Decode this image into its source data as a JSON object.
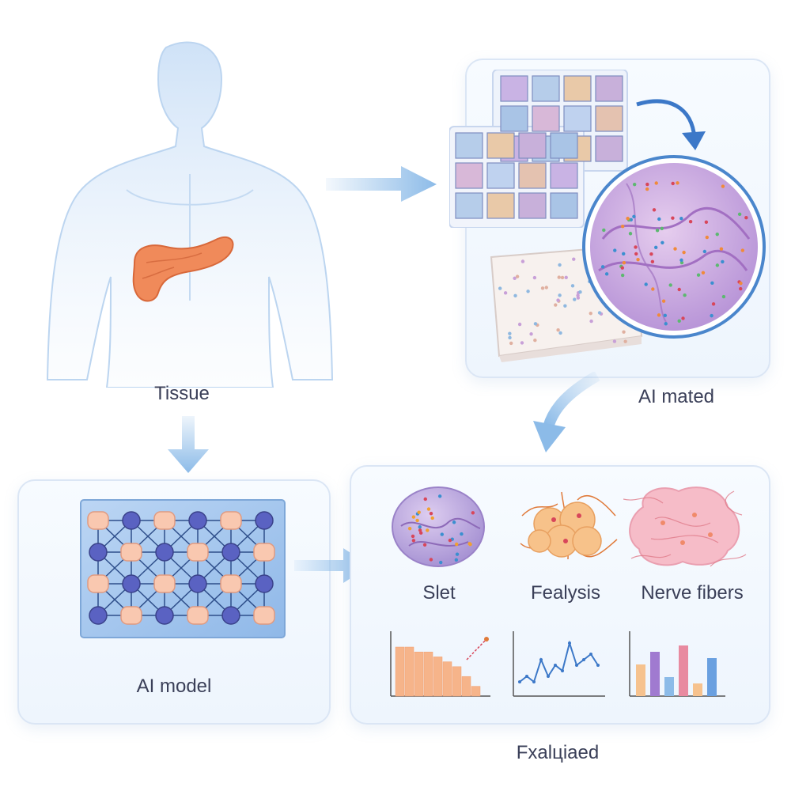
{
  "labels": {
    "tissue": "Tissue",
    "ai_mated": "AI mated",
    "ai_model": "AI model",
    "slet": "Slet",
    "fealysis": "Fealysis",
    "nerve_fibers": "Nerve fibers",
    "fxaluated": "Fxalціaed"
  },
  "colors": {
    "body": "#d6e6f8",
    "pancreas": "#f08a5a",
    "arrow": "#8cbbe8",
    "arrow_dark": "#3c78c8",
    "panel_border": "#dbe6f5",
    "purple_tissue": "#c6a6dc",
    "orange_tissue": "#f6c08e",
    "pink_tissue": "#f4b8c4"
  },
  "icons": [
    "human-torso-icon",
    "pancreas-icon",
    "tile-grid-icon",
    "magnifier-circle-icon",
    "tissue-slab-icon",
    "network-grid-icon",
    "islet-icon",
    "cluster-icon",
    "nerve-icon"
  ],
  "chart_data": [
    {
      "type": "bar",
      "values": [
        10,
        10,
        9,
        9,
        8,
        7,
        6,
        4,
        2
      ],
      "xlabel": "",
      "ylabel": ""
    },
    {
      "type": "line",
      "values": [
        2,
        3,
        2,
        6,
        3,
        5,
        4,
        9,
        5,
        6,
        7,
        5
      ],
      "xlabel": "",
      "ylabel": ""
    },
    {
      "type": "bar",
      "values": [
        5,
        7,
        3,
        8,
        2,
        6
      ],
      "xlabel": "",
      "ylabel": ""
    }
  ]
}
